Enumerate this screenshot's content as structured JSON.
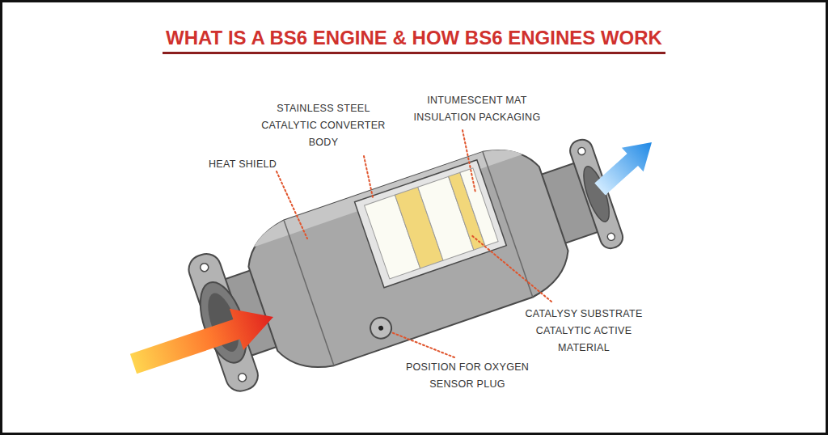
{
  "diagram": {
    "title": "WHAT IS A BS6 ENGINE & HOW BS6 ENGINES WORK",
    "labels": [
      "STAINLESS STEEL CATALYTIC CONVERTER BODY",
      "INTUMESCENT MAT INSULATION PACKAGING",
      "HEAT SHIELD",
      "CATALYSY SUBSTRATE CATALYTIC ACTIVE MATERIAL",
      "POSITION FOR OXYGEN SENSOR PLUG"
    ]
  }
}
